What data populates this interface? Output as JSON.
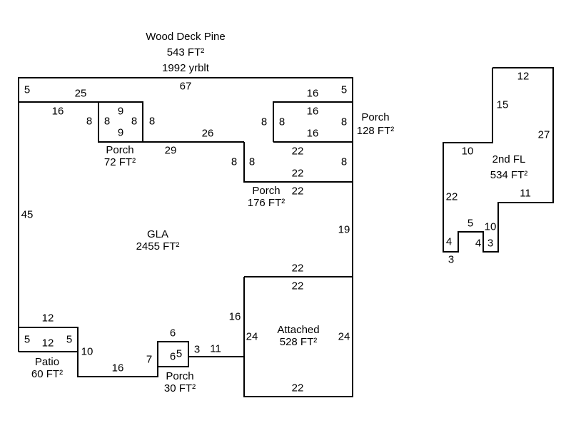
{
  "areas": {
    "wood_deck": {
      "name": "Wood Deck Pine",
      "area": "543 FT²",
      "year": "1992 yrblt"
    },
    "gla": {
      "name": "GLA",
      "area": "2455 FT²"
    },
    "porch_72": {
      "name": "Porch",
      "area": "72 FT²"
    },
    "porch_128": {
      "name": "Porch",
      "area": "128 FT²"
    },
    "porch_176": {
      "name": "Porch",
      "area": "176 FT²"
    },
    "patio": {
      "name": "Patio",
      "area": "60 FT²"
    },
    "porch_30": {
      "name": "Porch",
      "area": "30 FT²"
    },
    "garage": {
      "name": "Attached",
      "area": "528 FT²"
    },
    "second_floor": {
      "name": "2nd FL",
      "area": "534 FT²"
    }
  },
  "dimensions": {
    "deck_left": "5",
    "deck_top_left": "25",
    "deck_top": "67",
    "deck_top_right": "16",
    "deck_right": "5",
    "gla_top_left": "16",
    "gla_porch72_left": "8",
    "p72_top": "9",
    "p72_left": "8",
    "p72_right": "8",
    "p72_bottom": "9",
    "gla_porch72_right": "8",
    "gla_top_mid": "26",
    "gla_below_p72": "29",
    "p128_outer_left": "8",
    "p128_left": "8",
    "p128_top": "16",
    "p128_bottom": "16",
    "p128_right": "8",
    "p176_outer_left": "8",
    "p176_left": "8",
    "p176_top": "22",
    "p176_bottom": "22",
    "p176_right": "8",
    "gla_below_p176": "22",
    "gla_left": "45",
    "gla_right": "19",
    "gla_above_garage": "22",
    "garage_top": "22",
    "garage_left": "24",
    "garage_right": "24",
    "garage_bottom": "22",
    "gla_left_of_garage": "16",
    "patio_top_outer": "12",
    "patio_left": "5",
    "patio_mid": "12",
    "patio_right": "5",
    "gla_right_of_patio": "10",
    "gla_bottom_left": "16",
    "gla_left_of_p30": "7",
    "p30_top": "6",
    "p30_inner": "6",
    "p30_right": "5",
    "gla_right_of_p30": "3",
    "gla_bottom_right": "11",
    "fl2_top": "12",
    "fl2_upper_left": "15",
    "fl2_right": "27",
    "fl2_step_top": "10",
    "fl2_step_right": "11",
    "fl2_left": "22",
    "fl2_notch_top": "5",
    "fl2_right_low": "10",
    "fl2_notch_left": "4",
    "fl2_notch_right": "4",
    "fl2_bottom_left": "3",
    "fl2_bottom_right": "3"
  }
}
